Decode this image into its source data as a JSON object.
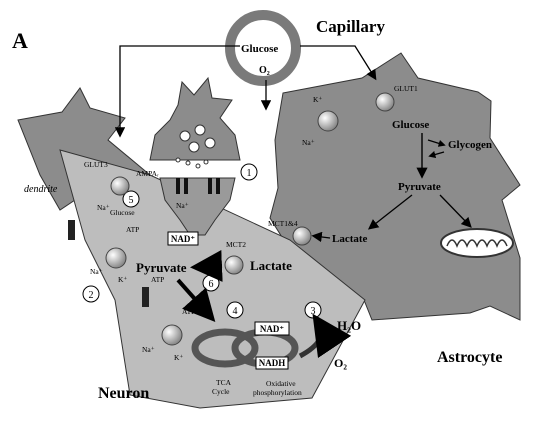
{
  "panel_letter": "A",
  "labels": {
    "capillary": "Capillary",
    "glucose_capillary": "Glucose",
    "o2_capillary": "O₂",
    "astrocyte": "Astrocyte",
    "neuron": "Neuron",
    "dendrite": "dendrite",
    "glut1": "GLUT1",
    "glut3": "GLUT3",
    "ampar": "AMPAᵣ",
    "mct1_4": "MCT1&4",
    "mct2": "MCT2",
    "astro_glucose": "Glucose",
    "astro_glycogen": "Glycogen",
    "astro_pyruvate": "Pyruvate",
    "astro_lactate": "Lactate",
    "neuron_lactate": "Lactate",
    "neuron_pyruvate": "Pyruvate",
    "neuron_glucose": "Glucose",
    "nad_plus_top": "NAD⁺",
    "nad_plus_bottom": "NAD⁺",
    "nadh": "NADH",
    "h2o": "H₂O",
    "o2_right": "O₂",
    "tca": "TCA\nCycle",
    "oxphos": "Oxidative\nphosphorylation",
    "atp_1": "ATP",
    "atp_2": "ATP",
    "atp_3": "ATP",
    "na_plus": "Na⁺",
    "k_plus": "K⁺"
  },
  "steps": [
    "1",
    "2",
    "3",
    "4",
    "5",
    "6"
  ]
}
